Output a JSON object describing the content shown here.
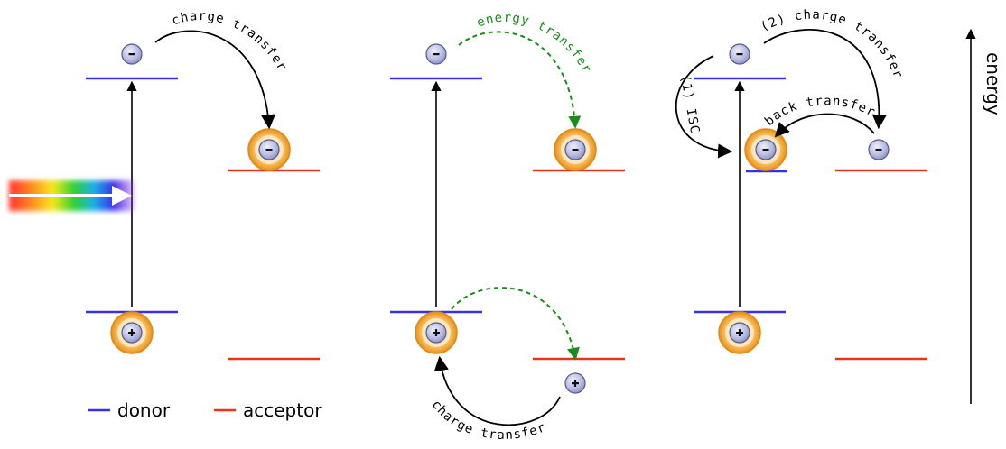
{
  "labels": {
    "charge_transfer": "charge transfer",
    "energy_transfer": "energy transfer",
    "isc": "(1) ISC",
    "charge_transfer_2": "(2) charge transfer",
    "back_transfer": "back transfer",
    "energy_axis": "energy"
  },
  "legend": {
    "donor": "donor",
    "acceptor": "acceptor"
  },
  "symbols": {
    "minus": "-",
    "plus": "+"
  },
  "colors": {
    "donor": "#3a2ee8",
    "acceptor": "#e8341a",
    "energy_transfer": "#1a8c1a",
    "arrow": "#000000",
    "halo": "#f0a030",
    "particle_fill": "#b8bce0"
  },
  "icons": [
    "light-beam-arrow",
    "electron-icon",
    "hole-icon"
  ]
}
